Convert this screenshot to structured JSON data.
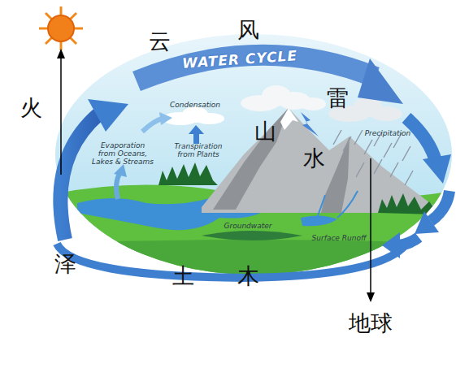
{
  "diagram": {
    "title": "WATER CYCLE",
    "labels": [
      "云",
      "风",
      "火",
      "Condensation",
      "雷",
      "Transpiration from Plants",
      "Evaporation from Oceans, Lakes & Streams",
      "山",
      "Precipitation",
      "水",
      "Groundwater",
      "Surface Runoff",
      "泽",
      "土",
      "木",
      "地球"
    ]
  }
}
